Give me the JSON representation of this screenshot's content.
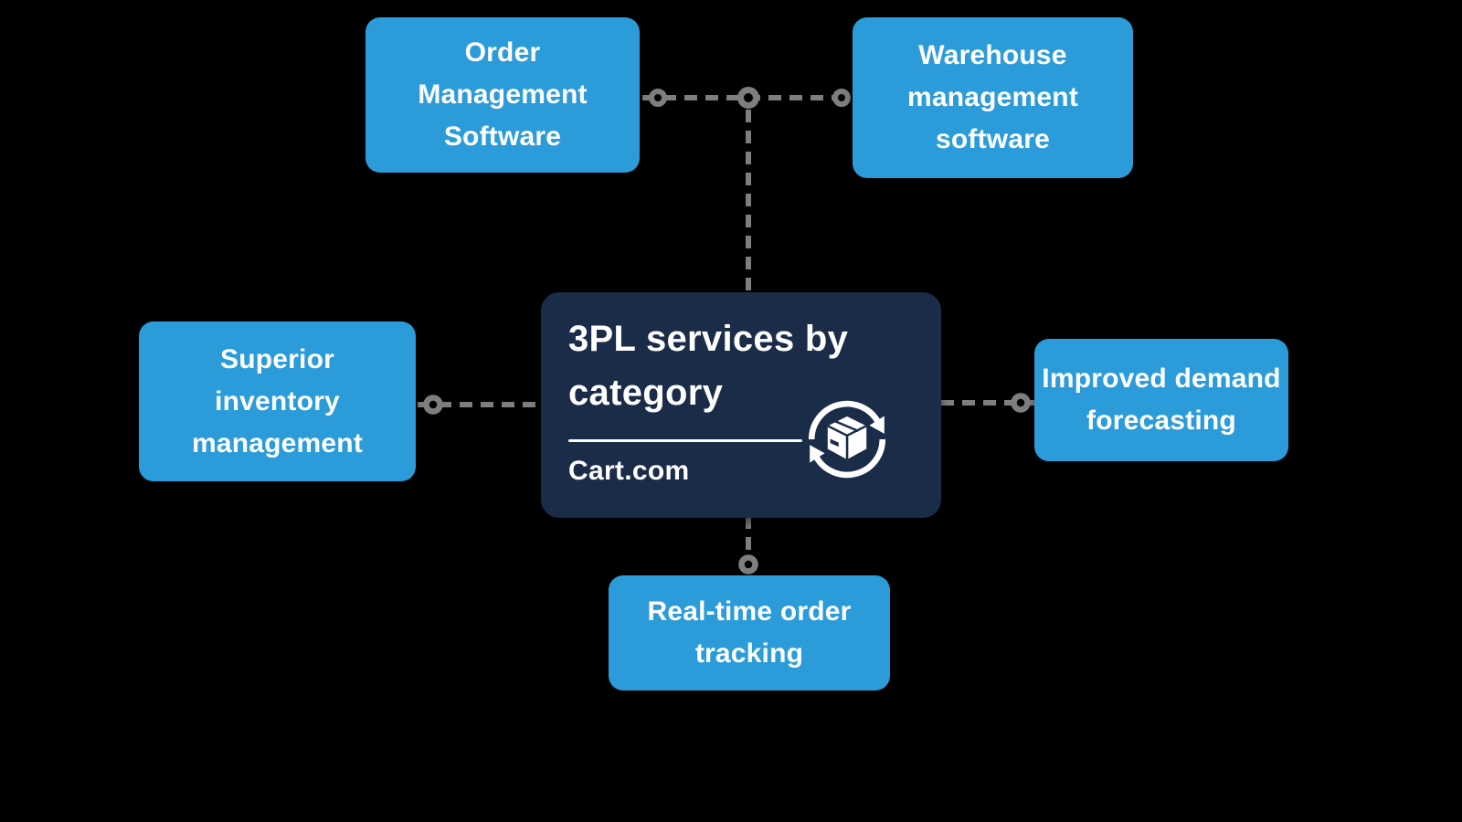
{
  "diagram": {
    "title": "3PL services by\ncategory",
    "brand": "Cart.com",
    "center_icon": "package-cycle-icon",
    "nodes": [
      {
        "id": "order-management-software",
        "label": "Order\nManagement\nSoftware"
      },
      {
        "id": "warehouse-management-software",
        "label": "Warehouse\nmanagement\nsoftware"
      },
      {
        "id": "superior-inventory-management",
        "label": "Superior\ninventory\nmanagement"
      },
      {
        "id": "improved-demand-forecasting",
        "label": "Improved demand\nforecasting"
      },
      {
        "id": "real-time-order-tracking",
        "label": "Real-time order\ntracking"
      }
    ],
    "colors": {
      "background": "#000000",
      "node_fill": "#2B9CD9",
      "center_fill": "#1B2C49",
      "connector": "#7E7E7E",
      "text": "#FFFFFF"
    }
  }
}
